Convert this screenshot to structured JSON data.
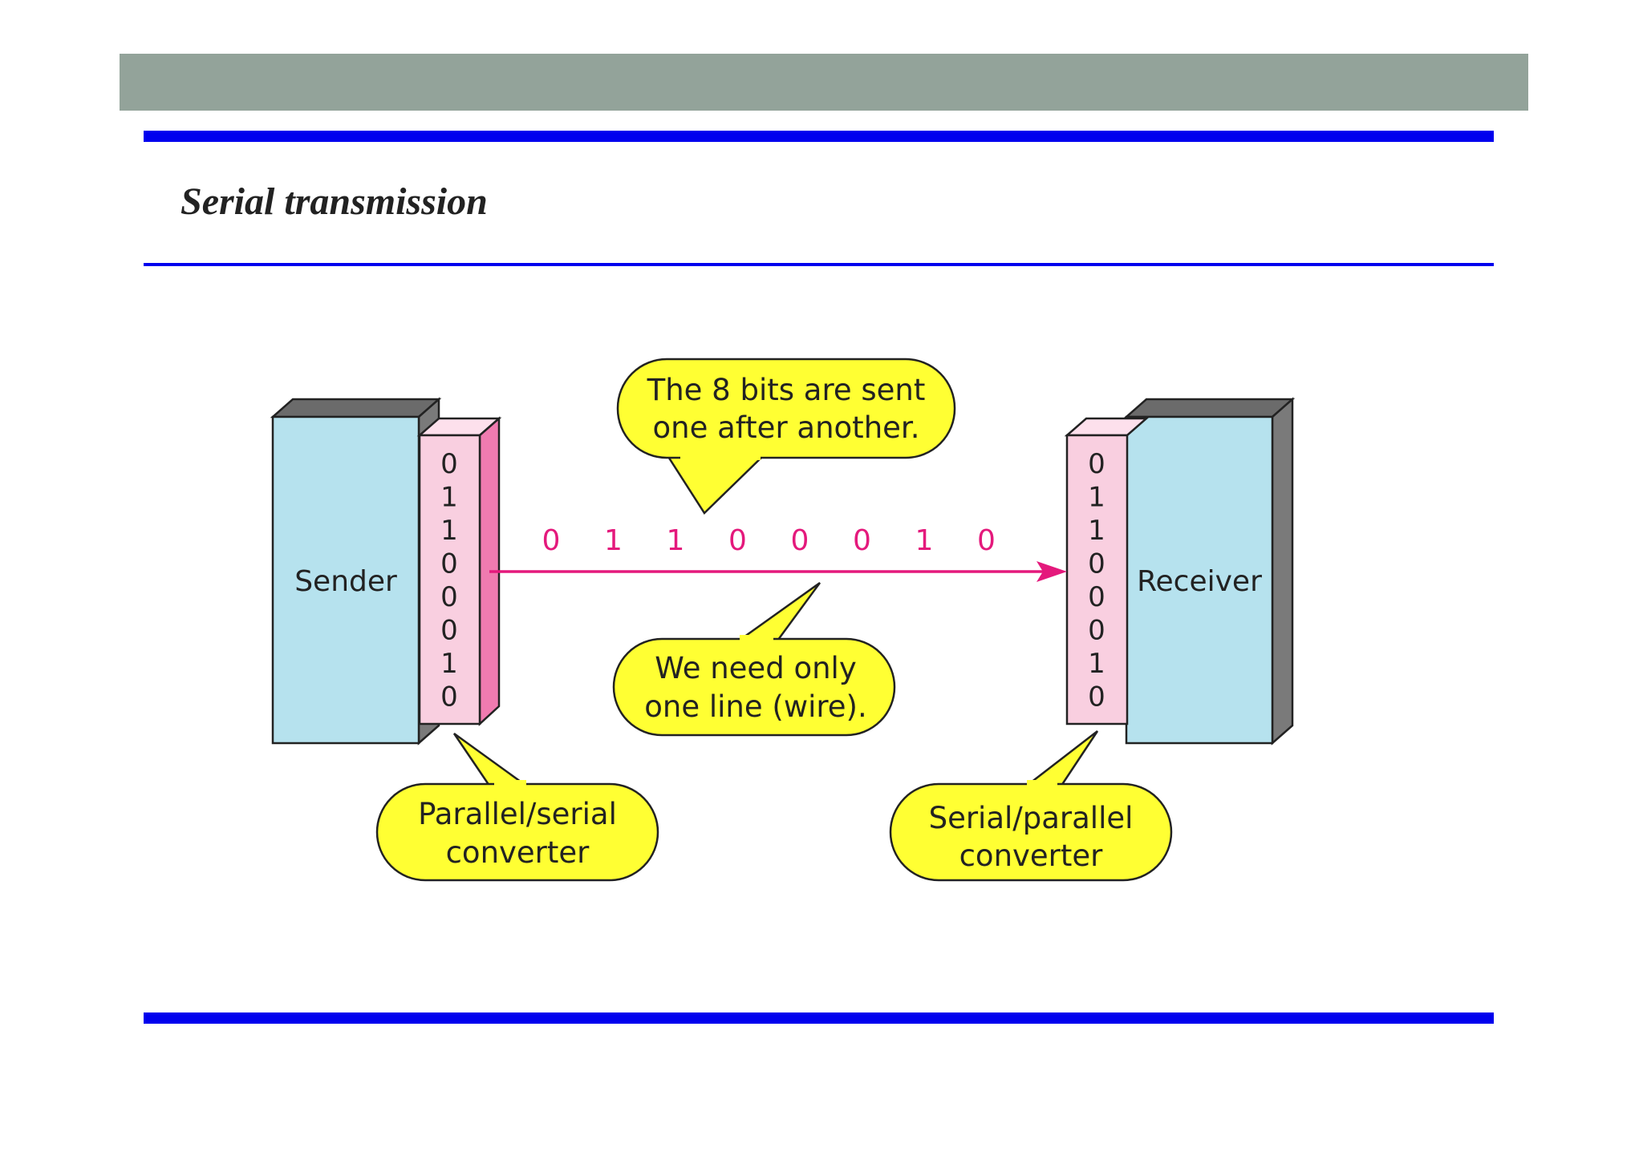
{
  "slide": {
    "title": "Serial transmission"
  },
  "diagram": {
    "sender_label": "Sender",
    "receiver_label": "Receiver",
    "sender_buffer_bits": [
      "0",
      "1",
      "1",
      "0",
      "0",
      "0",
      "1",
      "0"
    ],
    "receiver_buffer_bits": [
      "0",
      "1",
      "1",
      "0",
      "0",
      "0",
      "1",
      "0"
    ],
    "line_bits": [
      "0",
      "1",
      "1",
      "0",
      "0",
      "0",
      "1",
      "0"
    ],
    "callout_top": [
      "The 8 bits are sent",
      "one after another."
    ],
    "callout_middle": [
      "We need only",
      "one line (wire)."
    ],
    "callout_left": [
      "Parallel/serial",
      "converter"
    ],
    "callout_right": [
      "Serial/parallel",
      "converter"
    ]
  },
  "colors": {
    "header_band": "#93a39a",
    "rule": "#0000ee",
    "device_fill": "#b6e2ee",
    "device_top": "#6b6b6b",
    "device_side": "#7a7a7a",
    "buffer_fill": "#f9cfe0",
    "buffer_side": "#f07bb0",
    "wire": "#e4197c",
    "callout_fill": "#ffff33"
  }
}
